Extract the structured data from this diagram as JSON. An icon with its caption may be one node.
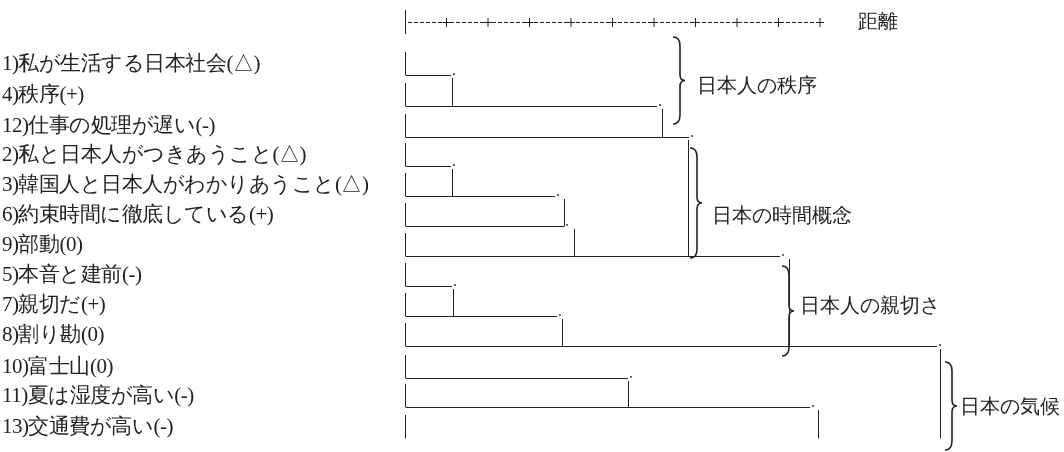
{
  "diagram": {
    "labels": [
      "距離",
      "1)私が生活する日本社会(△)",
      "4)秩序(+)",
      "12)仕事の処理が遅い(-)",
      "2)私と日本人がつきあうこと(△)",
      "3)韓国人と日本人がわかりあうこと(△)",
      "6)約束時間に徹底している(+)",
      "9)部動(0)",
      "5)本音と建前(-)",
      "7)親切だ(+)",
      "8)割り勘(0)",
      "10)富士山(0)",
      "11)夏は湿度が高い(-)",
      "13)交通費が高い(-)",
      "日本人の秩序",
      "日本の時間概念",
      "日本人の親切さ",
      "日本の気候"
    ]
  }
}
